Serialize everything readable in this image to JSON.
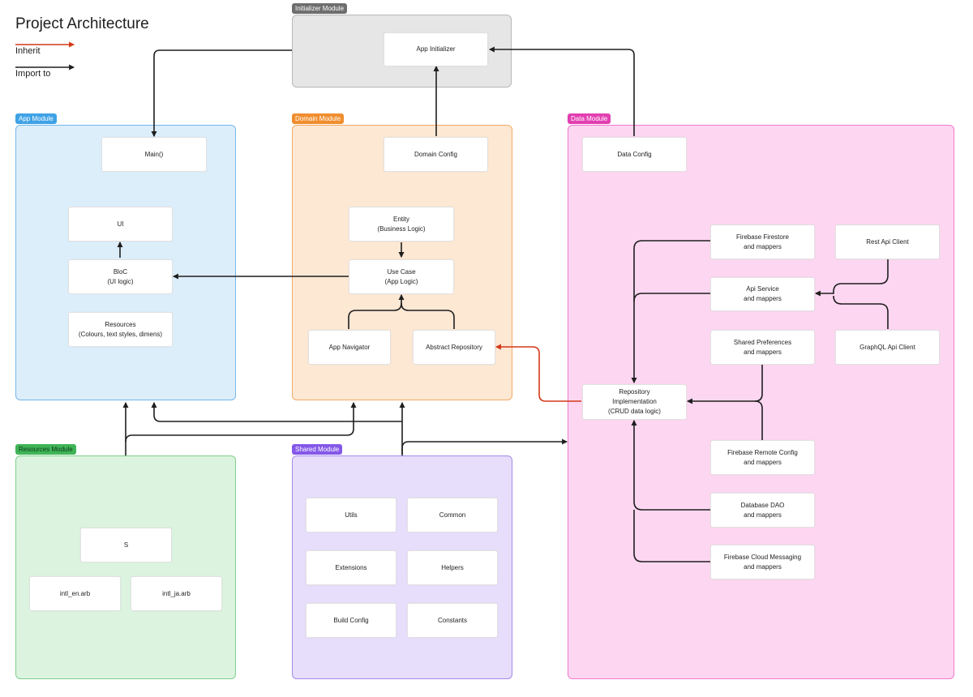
{
  "title": "Project Architecture",
  "legend": {
    "inherit": "Inherit",
    "import_to": "Import to"
  },
  "colors": {
    "inherit_arrow": "#d4381a",
    "import_arrow": "#1e1e1e",
    "initializer_module": "#e6e6e6",
    "app_module": "#ddeefb",
    "domain_module": "#fde8d4",
    "data_module": "#fdd7f1",
    "resources_module": "#dcf4df",
    "shared_module": "#e7defb"
  },
  "modules": {
    "initializer": {
      "label": "Initializer Module"
    },
    "app": {
      "label": "App Module"
    },
    "domain": {
      "label": "Domain Module"
    },
    "data": {
      "label": "Data Module"
    },
    "resources": {
      "label": "Resources Module"
    },
    "shared": {
      "label": "Shared Module"
    }
  },
  "nodes": {
    "app_initializer": {
      "line1": "App Initializer",
      "line2": ""
    },
    "main": {
      "line1": "Main()",
      "line2": ""
    },
    "ui": {
      "line1": "UI",
      "line2": ""
    },
    "bloc": {
      "line1": "BloC",
      "line2": "(UI logic)"
    },
    "resources": {
      "line1": "Resources",
      "line2": "(Colours, text styles, dimens)"
    },
    "domain_config": {
      "line1": "Domain Config",
      "line2": ""
    },
    "entity": {
      "line1": "Entity",
      "line2": "(Business Logic)"
    },
    "use_case": {
      "line1": "Use Case",
      "line2": "(App Logic)"
    },
    "app_navigator": {
      "line1": "App Navigator",
      "line2": ""
    },
    "abstract_repository": {
      "line1": "Abstract Repository",
      "line2": ""
    },
    "data_config": {
      "line1": "Data Config",
      "line2": ""
    },
    "firebase_firestore": {
      "line1": "Firebase Firestore",
      "line2": "and mappers"
    },
    "rest_api_client": {
      "line1": "Rest Api Client",
      "line2": ""
    },
    "api_service": {
      "line1": "Api Service",
      "line2": "and mappers"
    },
    "shared_preferences": {
      "line1": "Shared Preferences",
      "line2": "and mappers"
    },
    "graphql_api_client": {
      "line1": "GraphQL Api Client",
      "line2": ""
    },
    "repository_implementation": {
      "line1": "Repository",
      "line2": "Implementation",
      "line3": "(CRUD data logic)"
    },
    "firebase_remote_config": {
      "line1": "Firebase Remote Config",
      "line2": "and mappers"
    },
    "database_dao": {
      "line1": "Database DAO",
      "line2": "and mappers"
    },
    "firebase_cloud_messaging": {
      "line1": "Firebase Cloud Messaging",
      "line2": "and mappers"
    },
    "s": {
      "line1": "S",
      "line2": ""
    },
    "intl_en": {
      "line1": "intl_en.arb",
      "line2": ""
    },
    "intl_ja": {
      "line1": "intl_ja.arb",
      "line2": ""
    },
    "utils": {
      "line1": "Utils",
      "line2": ""
    },
    "common": {
      "line1": "Common",
      "line2": ""
    },
    "extensions": {
      "line1": "Extensions",
      "line2": ""
    },
    "helpers": {
      "line1": "Helpers",
      "line2": ""
    },
    "build_config": {
      "line1": "Build Config",
      "line2": ""
    },
    "constants": {
      "line1": "Constants",
      "line2": ""
    }
  }
}
